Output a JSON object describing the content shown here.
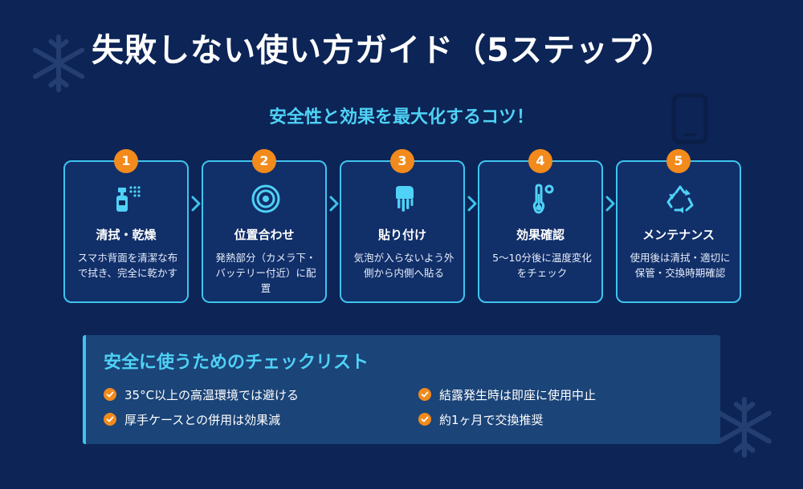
{
  "page": {
    "title": "失敗しない使い方ガイド（5ステップ）",
    "subtitle": "安全性と効果を最大化するコツ！"
  },
  "colors": {
    "background": "#0c2456",
    "accent_cyan": "#3ec4ee",
    "accent_orange": "#f28a1c",
    "panel": "#1b4478"
  },
  "steps": [
    {
      "number": "1",
      "icon": "spray-bottle-icon",
      "title": "清拭・乾燥",
      "desc": "スマホ背面を清潔な布で拭き、完全に乾かす"
    },
    {
      "number": "2",
      "icon": "target-icon",
      "title": "位置合わせ",
      "desc": "発熱部分（カメラ下・バッテリー付近）に配置"
    },
    {
      "number": "3",
      "icon": "hand-press-icon",
      "title": "貼り付け",
      "desc": "気泡が入らないよう外側から内側へ貼る"
    },
    {
      "number": "4",
      "icon": "thermometer-icon",
      "title": "効果確認",
      "desc": "5〜10分後に温度変化をチェック"
    },
    {
      "number": "5",
      "icon": "recycle-icon",
      "title": "メンテナンス",
      "desc": "使用後は清拭・適切に保管・交換時期確認"
    }
  ],
  "checklist": {
    "title": "安全に使うためのチェックリスト",
    "items": [
      "35°C以上の高温環境では避ける",
      "結露発生時は即座に使用中止",
      "厚手ケースとの併用は効果減",
      "約1ヶ月で交換推奨"
    ]
  }
}
